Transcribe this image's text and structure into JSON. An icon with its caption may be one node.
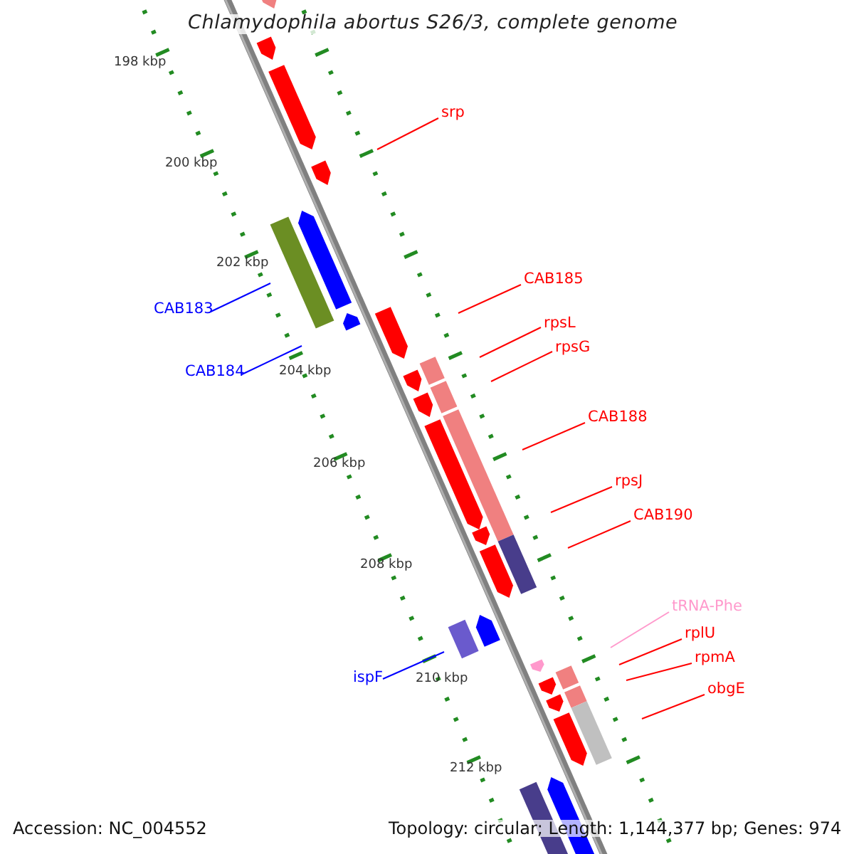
{
  "diagram": {
    "title": "Chlamydophila abortus S26/3, complete genome",
    "nodes": [
      {
        "text": [
          "srp"
        ]
      },
      {
        "text": [
          "CAB183"
        ]
      },
      {
        "text": [
          "CAB185"
        ]
      },
      {
        "text": [
          "rpsL"
        ]
      },
      {
        "text": [
          "rpsG"
        ]
      },
      {
        "text": [
          "CAB184"
        ]
      },
      {
        "text": [
          "CAB188"
        ]
      },
      {
        "text": [
          "rpsJ"
        ]
      },
      {
        "text": [
          "CAB190"
        ]
      },
      {
        "text": [
          "tRNA-Phe"
        ]
      },
      {
        "text": [
          "rplU"
        ]
      },
      {
        "text": [
          "rpmA"
        ]
      },
      {
        "text": [
          "ispF"
        ]
      },
      {
        "text": [
          "obgE"
        ]
      }
    ],
    "edges": [
      {
        "from": 0,
        "to": null,
        "arrow": "none"
      },
      {
        "from": 1,
        "to": null,
        "arrow": "none",
        "color": "#0000ff"
      },
      {
        "from": 2,
        "to": null,
        "arrow": "none"
      },
      {
        "from": 3,
        "to": null,
        "arrow": "none"
      },
      {
        "from": 4,
        "to": null,
        "arrow": "none"
      },
      {
        "from": 5,
        "to": null,
        "arrow": "none",
        "color": "#0000ff"
      },
      {
        "from": 6,
        "to": null,
        "arrow": "none"
      },
      {
        "from": 7,
        "to": null,
        "arrow": "none"
      },
      {
        "from": 8,
        "to": null,
        "arrow": "none"
      },
      {
        "from": 9,
        "to": null,
        "arrow": "none",
        "color": "#ff99cc"
      },
      {
        "from": 10,
        "to": null,
        "arrow": "none"
      },
      {
        "from": 11,
        "to": null,
        "arrow": "none"
      },
      {
        "from": 12,
        "to": null,
        "arrow": "none",
        "color": "#0000ff"
      },
      {
        "from": 13,
        "to": null,
        "arrow": "none"
      }
    ],
    "labels": [
      "198 kbp",
      "200 kbp",
      "202 kbp",
      "204 kbp",
      "206 kbp",
      "208 kbp",
      "210 kbp",
      "212 kbp",
      "Accession: NC_004552",
      "Topology: circular; Length: 1,144,377 bp; Genes: 974"
    ]
  }
}
